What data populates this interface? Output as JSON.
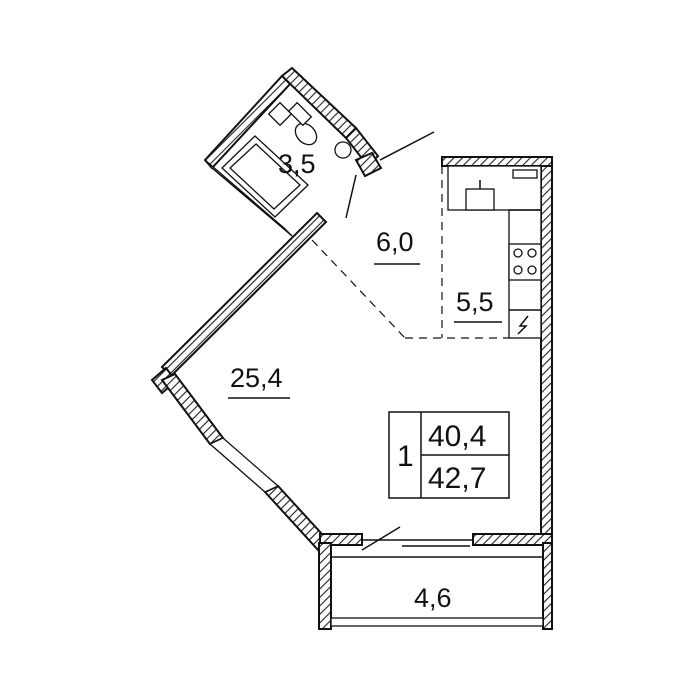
{
  "rooms": {
    "bathroom": "3,5",
    "hall": "6,0",
    "kitchen": "5,5",
    "living": "25,4",
    "balcony": "4,6"
  },
  "summary": {
    "rooms_count": "1",
    "living_area": "40,4",
    "total_area": "42,7"
  }
}
